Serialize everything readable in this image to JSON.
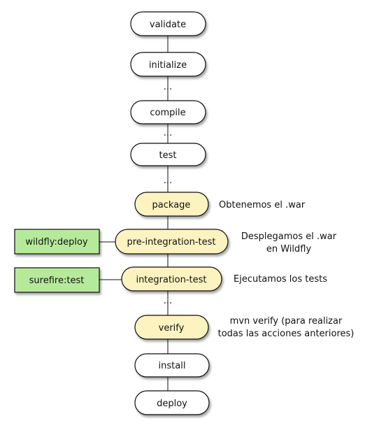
{
  "phases": {
    "validate": "validate",
    "initialize": "initialize",
    "compile": "compile",
    "test": "test",
    "package": "package",
    "pre_integration_test": "pre-integration-test",
    "integration_test": "integration-test",
    "verify": "verify",
    "install": "install",
    "deploy": "deploy"
  },
  "ellipsis": "...",
  "goals": {
    "wildfly_deploy": "wildfly:deploy",
    "surefire_test": "surefire:test"
  },
  "notes": {
    "package_line1": "Obtenemos el .war",
    "pre_integration_line1": "Desplegamos el .war",
    "pre_integration_line2": "en Wildfly",
    "integration_line1": "Ejecutamos los tests",
    "verify_line1": "mvn verify (para realizar",
    "verify_line2": "todas las acciones anteriores)"
  },
  "colors": {
    "plain_phase": "#ffffff",
    "highlight_phase": "#fcf3c0",
    "goal_box": "#b6ea9a",
    "stroke": "#111111"
  }
}
